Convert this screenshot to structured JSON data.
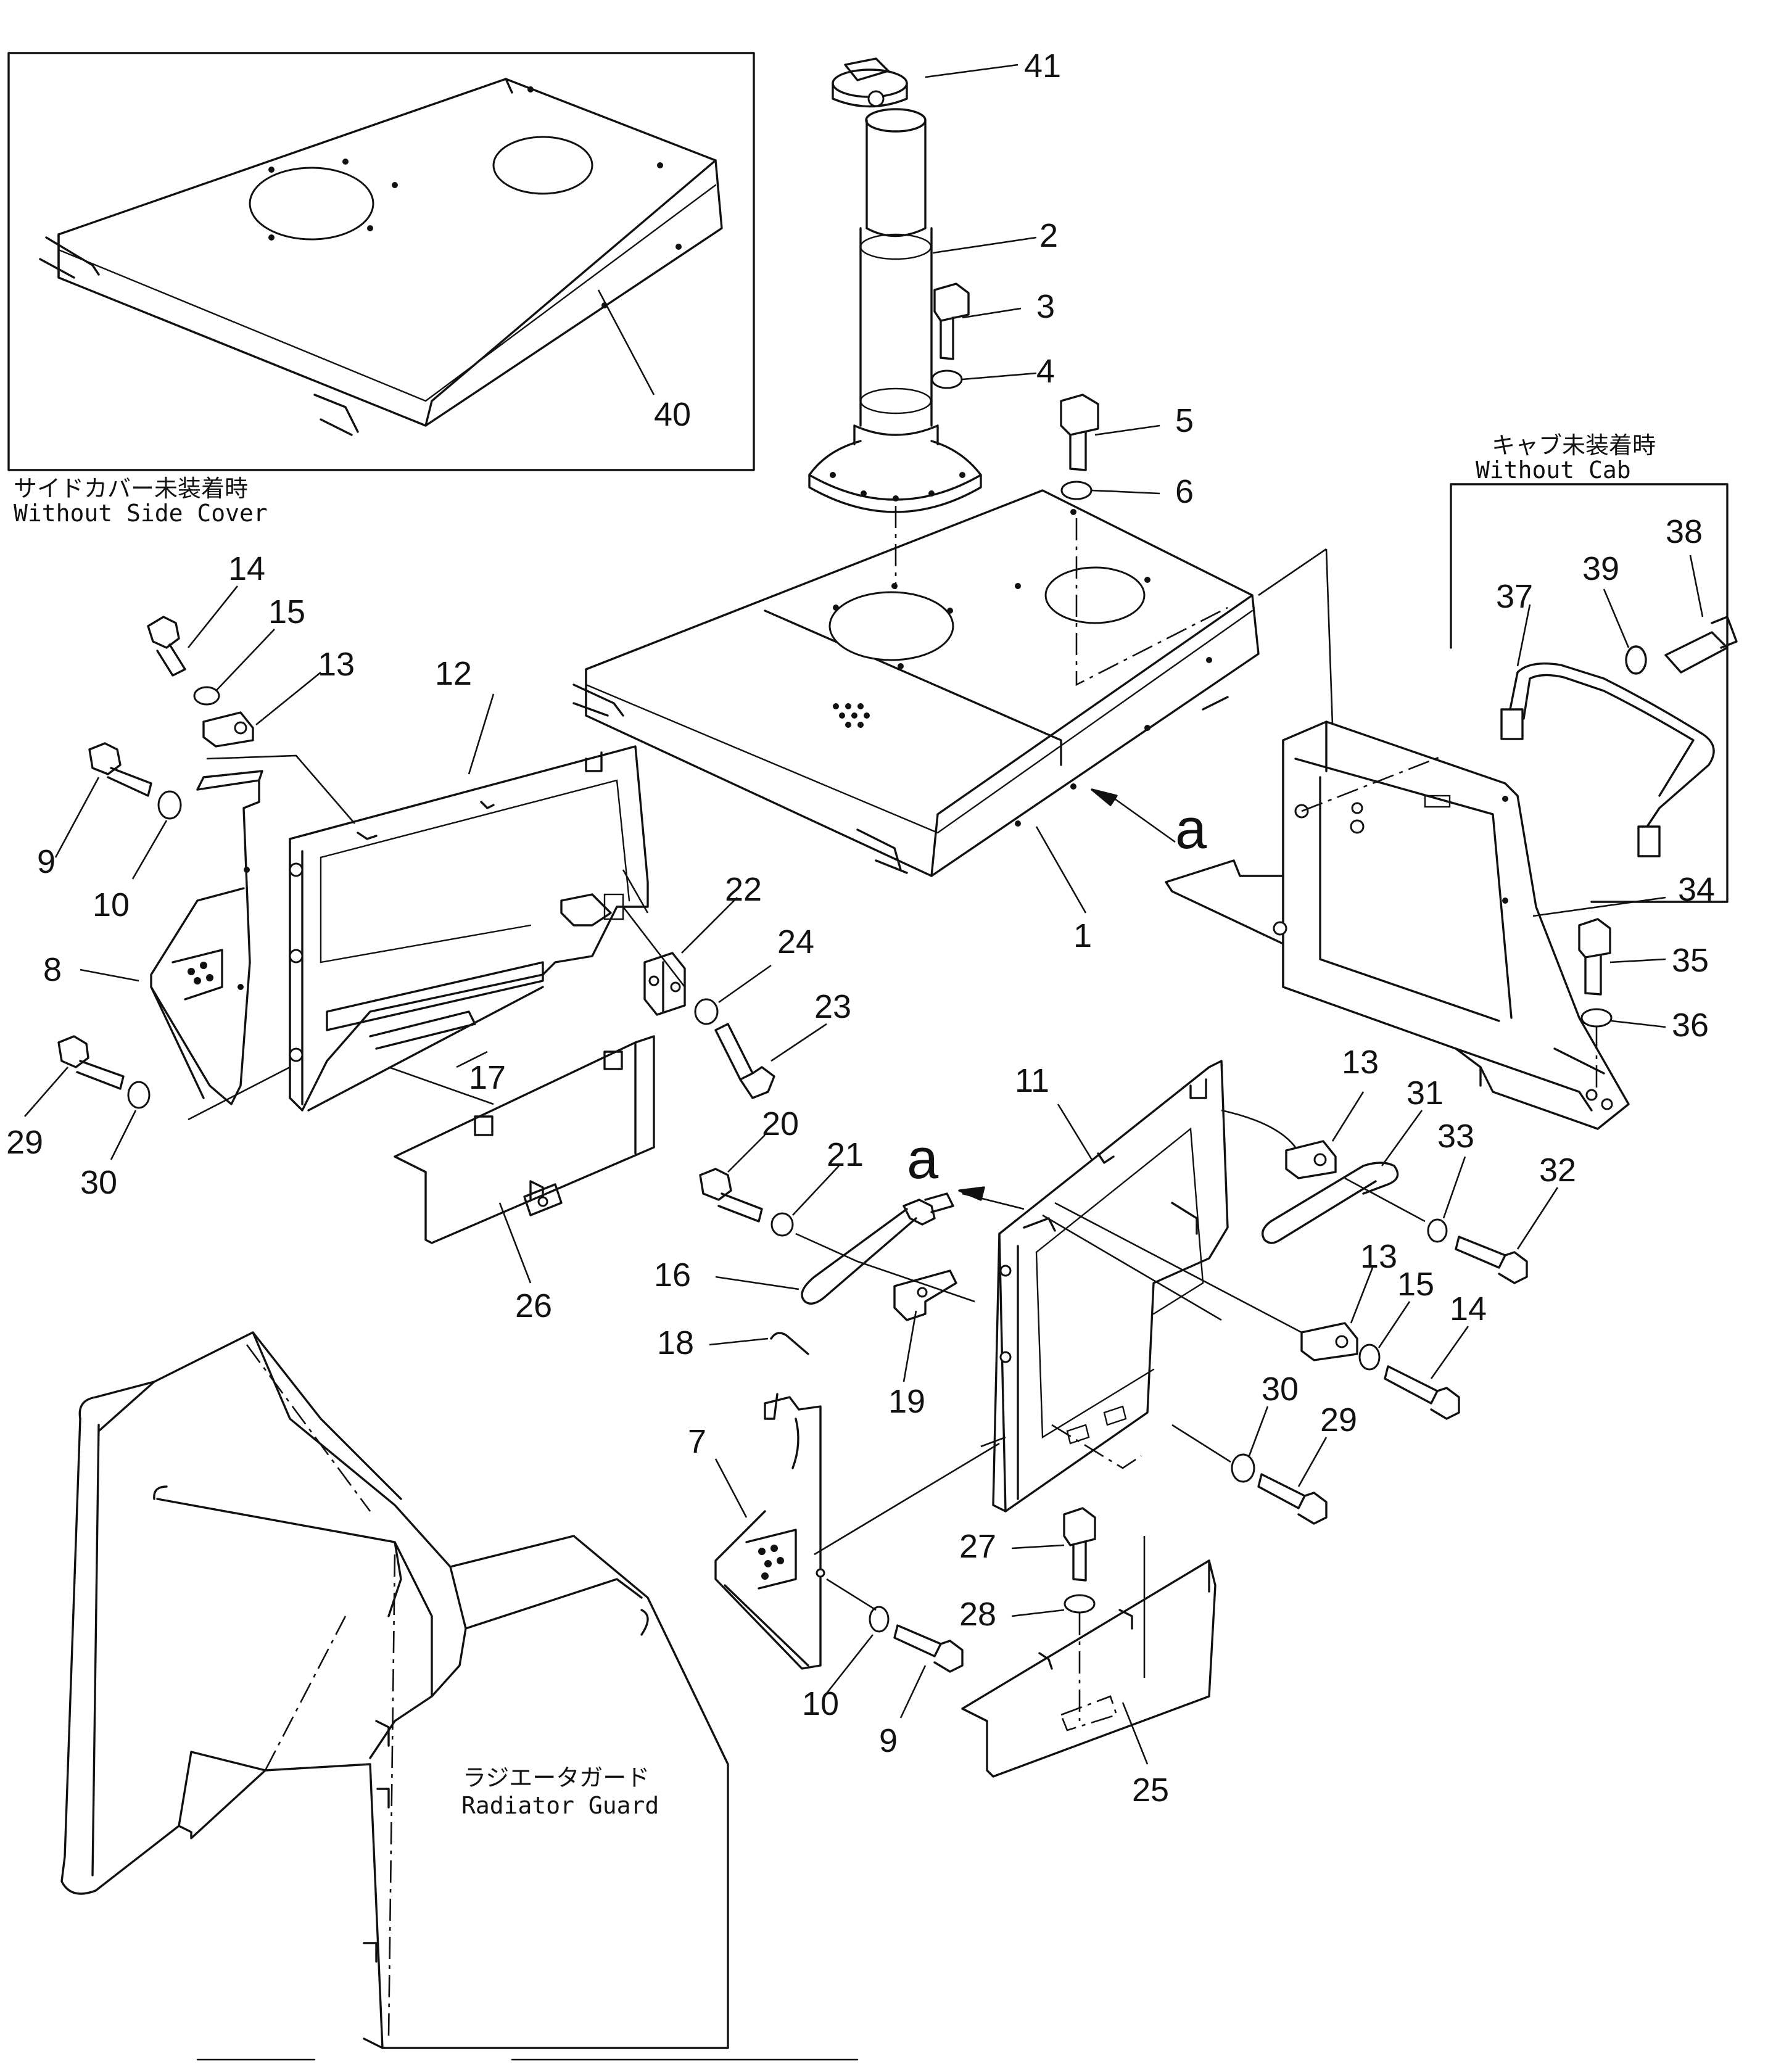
{
  "captions": {
    "without_side_cover_jp": "サイドカバー未装着時",
    "without_side_cover_en": "Without Side Cover",
    "without_cab_jp": "キャブ未装着時",
    "without_cab_en": "Without Cab",
    "radiator_guard_jp": "ラジエータガード",
    "radiator_guard_en": "Radiator Guard"
  },
  "view_markers": [
    "a",
    "a"
  ],
  "callouts": {
    "p1": "1",
    "p2": "2",
    "p3": "3",
    "p4": "4",
    "p5": "5",
    "p6": "6",
    "p7": "7",
    "p8": "8",
    "p9a": "9",
    "p9b": "9",
    "p10a": "10",
    "p10b": "10",
    "p11": "11",
    "p12": "12",
    "p13a": "13",
    "p13b": "13",
    "p13c": "13",
    "p14a": "14",
    "p14b": "14",
    "p15a": "15",
    "p15b": "15",
    "p16": "16",
    "p17": "17",
    "p18": "18",
    "p19": "19",
    "p20": "20",
    "p21": "21",
    "p22": "22",
    "p23": "23",
    "p24": "24",
    "p25": "25",
    "p26": "26",
    "p27": "27",
    "p28": "28",
    "p29a": "29",
    "p29b": "29",
    "p30a": "30",
    "p30b": "30",
    "p31": "31",
    "p32": "32",
    "p33": "33",
    "p34": "34",
    "p35": "35",
    "p36": "36",
    "p37": "37",
    "p38": "38",
    "p39": "39",
    "p40": "40",
    "p41": "41"
  }
}
